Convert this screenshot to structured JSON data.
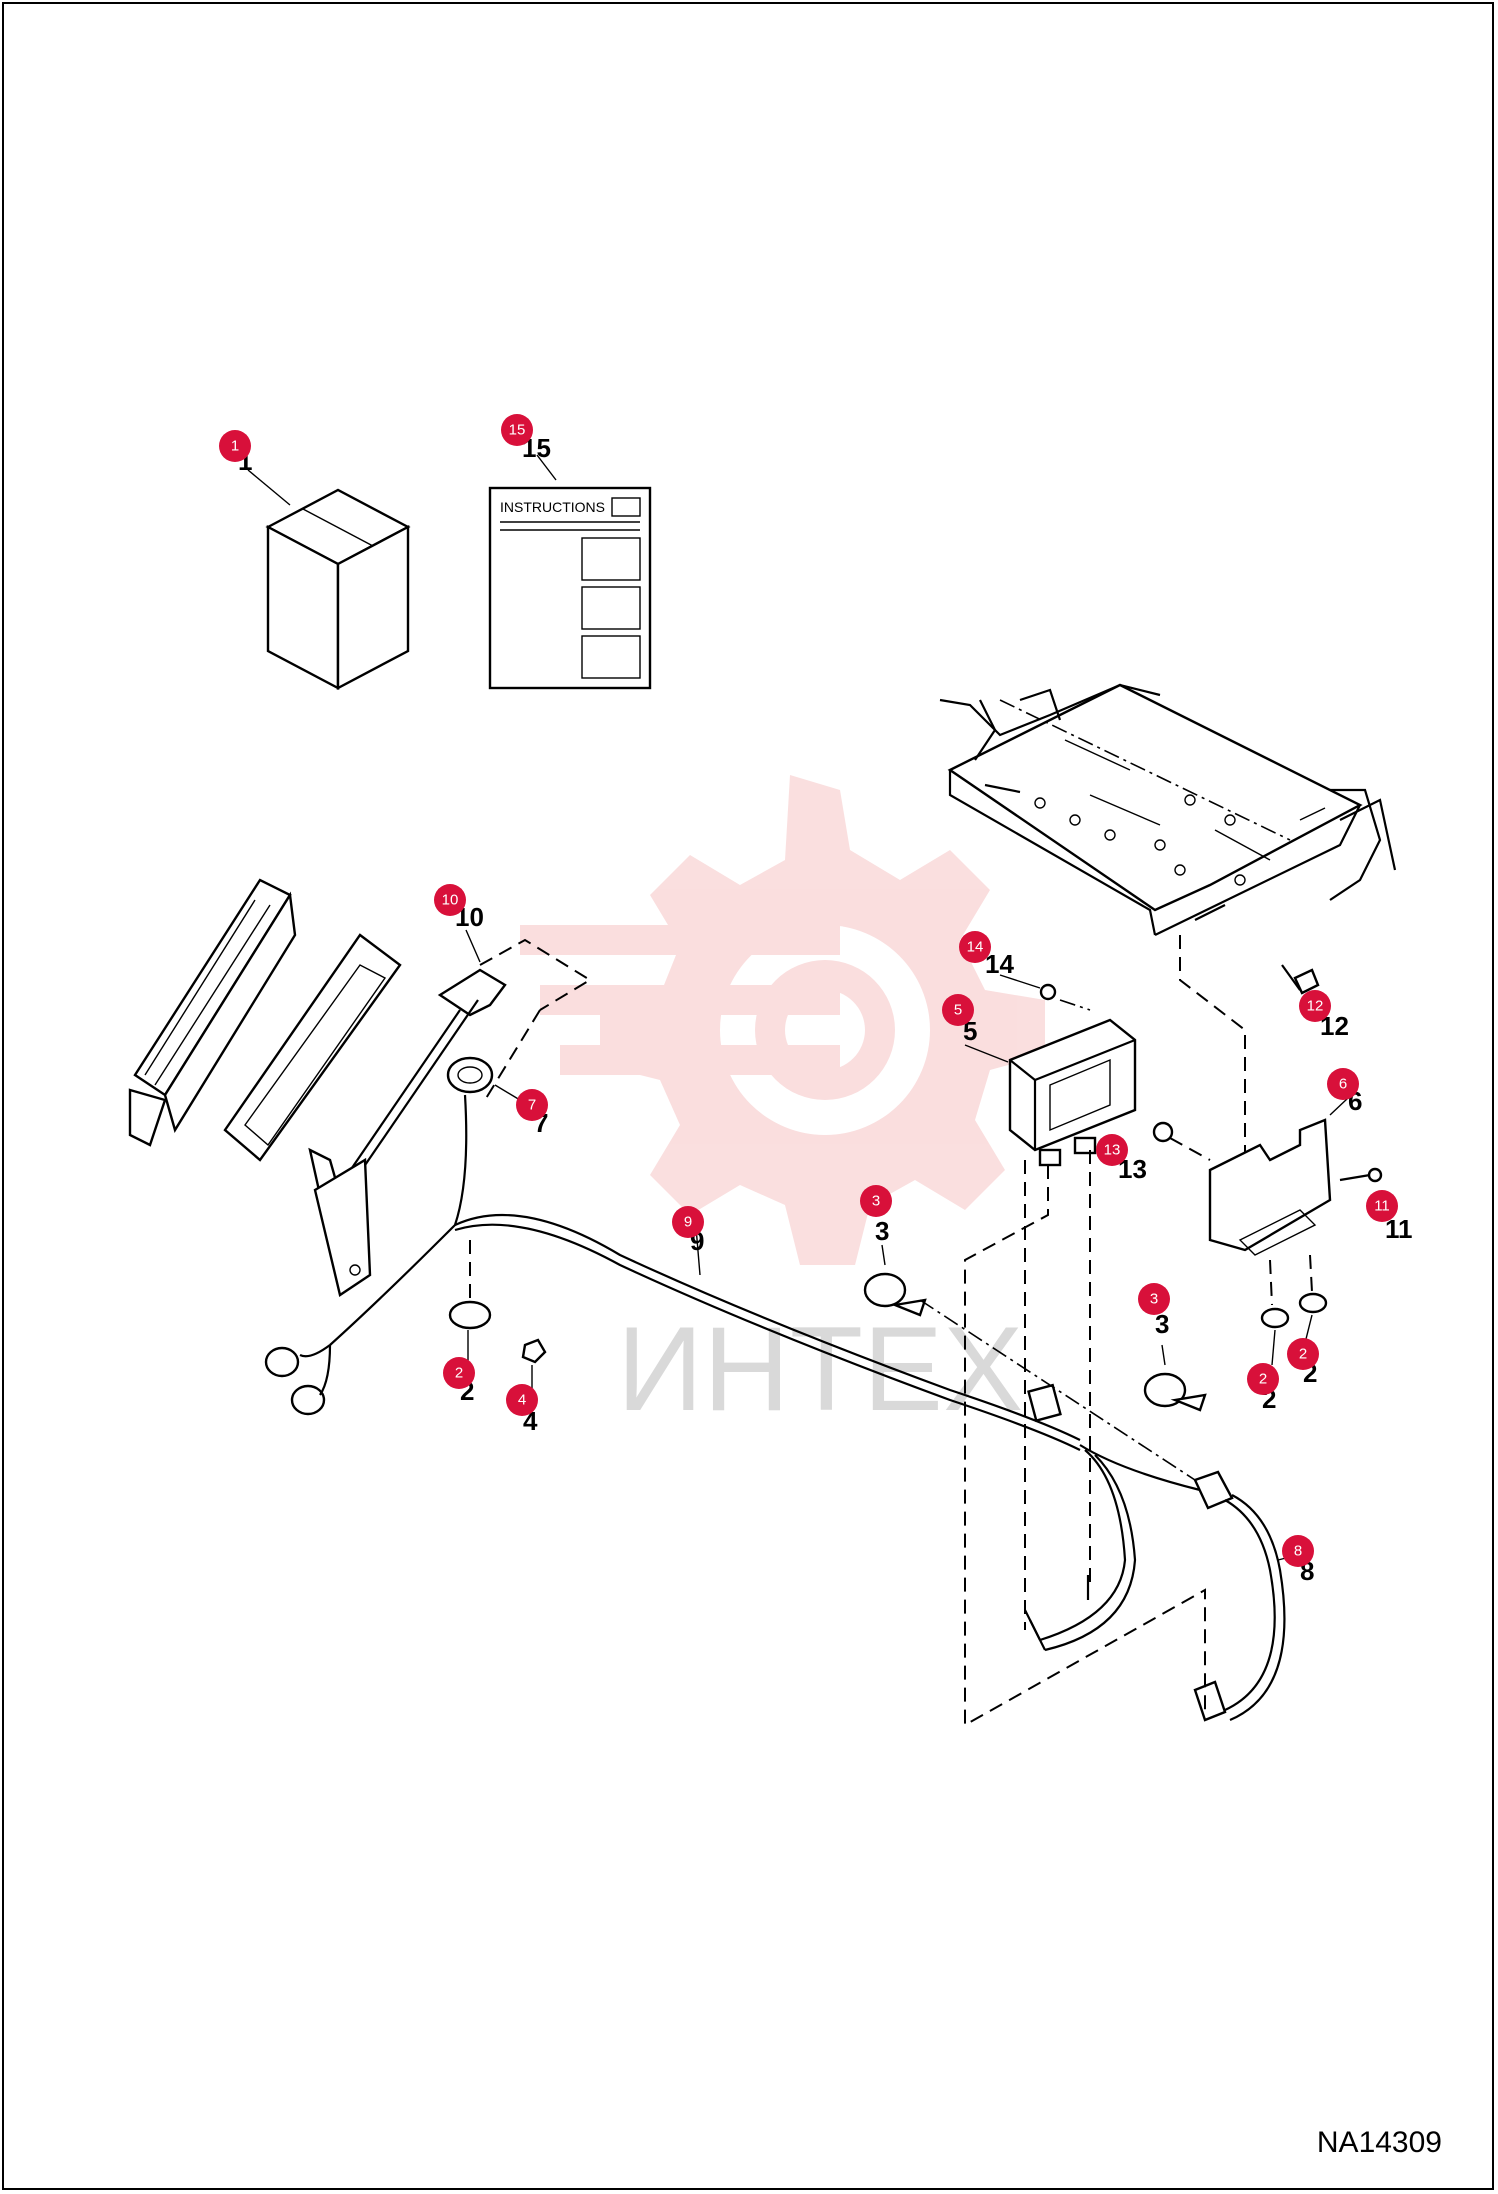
{
  "figure": {
    "reference_code": "NA14309",
    "watermark_text": "ИНТЕХ",
    "instructions_label": "INSTRUCTIONS",
    "badge_color": "#d8103a",
    "watermark_color": "#f4b8b8"
  },
  "callouts": [
    {
      "id": "1",
      "label": "1"
    },
    {
      "id": "15",
      "label": "15"
    },
    {
      "id": "10",
      "label": "10"
    },
    {
      "id": "14",
      "label": "14"
    },
    {
      "id": "5",
      "label": "5"
    },
    {
      "id": "12",
      "label": "12"
    },
    {
      "id": "7",
      "label": "7"
    },
    {
      "id": "6",
      "label": "6"
    },
    {
      "id": "13",
      "label": "13"
    },
    {
      "id": "11",
      "label": "11"
    },
    {
      "id": "9",
      "label": "9"
    },
    {
      "id": "3a",
      "label": "3"
    },
    {
      "id": "3b",
      "label": "3"
    },
    {
      "id": "2a",
      "label": "2"
    },
    {
      "id": "4",
      "label": "4"
    },
    {
      "id": "2b",
      "label": "2"
    },
    {
      "id": "2c",
      "label": "2"
    },
    {
      "id": "8",
      "label": "8"
    }
  ]
}
